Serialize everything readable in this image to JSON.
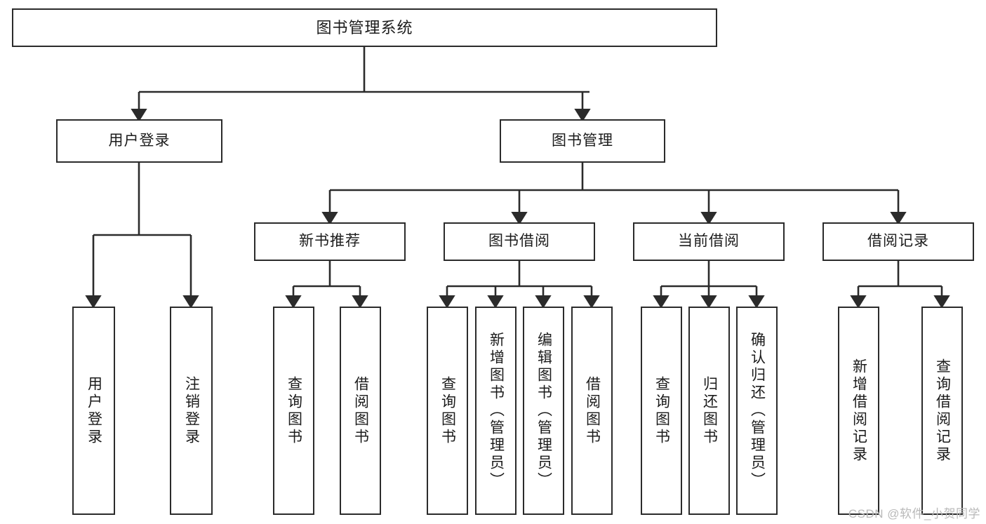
{
  "diagram": {
    "title": "图书管理系统",
    "type": "tree",
    "colors": {
      "stroke": "#2b2b2b",
      "fill": "#ffffff",
      "text": "#1b1b1b",
      "watermark": "#b9b9b9"
    }
  },
  "nodes": {
    "root": {
      "label": "图书管理系统"
    },
    "level2": [
      {
        "label": "用户登录"
      },
      {
        "label": "图书管理"
      }
    ],
    "level3": [
      {
        "label": "新书推荐"
      },
      {
        "label": "图书借阅"
      },
      {
        "label": "当前借阅"
      },
      {
        "label": "借阅记录"
      }
    ],
    "leaves": [
      {
        "label": "用户登录"
      },
      {
        "label": "注销登录"
      },
      {
        "label": "查询图书"
      },
      {
        "label": "借阅图书"
      },
      {
        "label": "查询图书"
      },
      {
        "label": "新增图书（管理员）"
      },
      {
        "label": "编辑图书（管理员）"
      },
      {
        "label": "借阅图书"
      },
      {
        "label": "查询图书"
      },
      {
        "label": "归还图书"
      },
      {
        "label": "确认归还（管理员）"
      },
      {
        "label": "新增借阅记录"
      },
      {
        "label": "查询借阅记录"
      }
    ]
  },
  "watermark": {
    "text": "CSDN @软件_小贺同学"
  }
}
